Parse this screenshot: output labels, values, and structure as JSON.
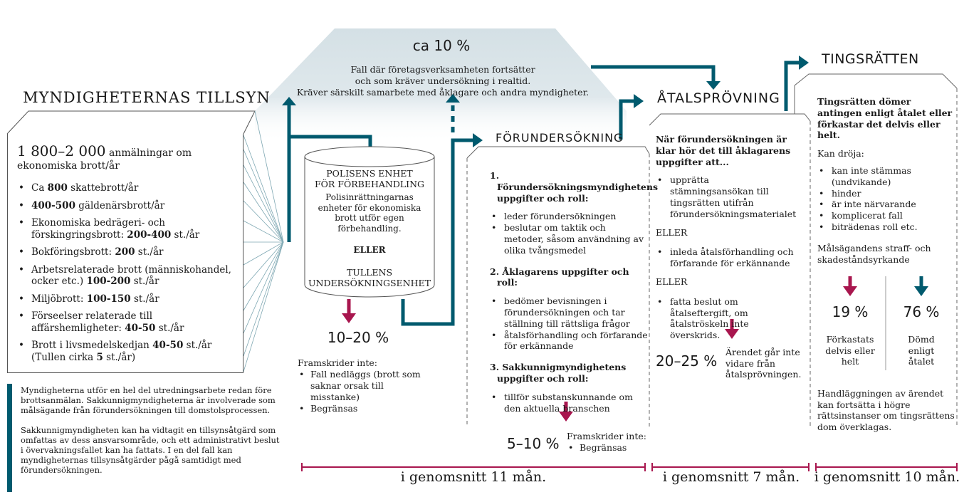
{
  "colors": {
    "teal": "#005a6e",
    "magenta": "#a8164e",
    "top_fill": "#dce6ea",
    "line": "#555555"
  },
  "myndigheter": {
    "title": "MYNDIGHETERNAS TILLSYN",
    "count": "1 800–2 000",
    "count_suffix": " anmälningar om ekonomiska brott/år",
    "items": [
      {
        "pre": "Ca ",
        "bold": "800",
        "post": " skattebrott/år"
      },
      {
        "pre": "",
        "bold": "400-500",
        "post": " gäldenärsbrott/år"
      },
      {
        "pre": "Ekonomiska bedrägeri- och förskingringsbrott: ",
        "bold": "200-400",
        "post": " st./år"
      },
      {
        "pre": "Bokföringsbrott: ",
        "bold": "200",
        "post": " st./år"
      },
      {
        "pre": "Arbetsrelaterade brott (människohandel, ocker etc.) ",
        "bold": "100-200",
        "post": " st./år"
      },
      {
        "pre": "Miljöbrott: ",
        "bold": "100-150",
        "post": " st./år"
      },
      {
        "pre": "Förseelser relaterade till affärshemligheter: ",
        "bold": "40-50",
        "post": " st./år"
      },
      {
        "pre": "Brott i livsmedelskedjan ",
        "bold": "40-50",
        "post": " st./år (Tullen cirka ",
        "bold2": "5",
        "post2": " st./år)"
      }
    ],
    "note1": "Myndigheterna utför en hel del utredningsarbete redan före brottsanmälan. Sakkunnigmyndigheterna är involverade som målsägande från förundersökningen till domstolsprocessen.",
    "note2": "Sakkunnigmyndigheten kan ha vidtagit en tillsynsåtgärd som omfattas av dess ansvarsområde, och ett administrativt beslut i övervakningsfallet kan ha fattats. I en del fall kan myndigheternas tillsynsåtgärder pågå samtidigt med förundersökningen."
  },
  "top": {
    "pct": "ca 10 %",
    "line1": "Fall där företagsverksamheten fortsätter",
    "line2": "och som kräver undersökning i realtid.",
    "line3": "Kräver särskilt samarbete med åklagare och andra myndigheter."
  },
  "polis": {
    "title1": "POLISENS ENHET",
    "title2": "FÖR FÖRBEHANDLING",
    "desc": "Polisinrättningarnas enheter för ekonomiska brott utför egen förbehandling.",
    "or": "ELLER",
    "tull1": "TULLENS",
    "tull2": "UNDERSÖKNINGSENHET",
    "pct": "10–20 %",
    "fk_title": "Framskrider inte:",
    "fk_items": [
      "Fall nedläggs (brott som saknar orsak till misstanke)",
      "Begränsas"
    ]
  },
  "forundersokning": {
    "title": "FÖRUNDERSÖKNING",
    "s1_title": "1. Förundersökningsmyndighetens uppgifter och roll:",
    "s1_items": [
      "leder förundersökningen",
      "beslutar om taktik och metoder, såsom användning av olika tvångsmedel"
    ],
    "s2_title": "2. Åklagarens uppgifter och roll:",
    "s2_items": [
      "bedömer bevisningen i förundersökningen och tar ställning till rättsliga frågor",
      "åtalsförhandling och förfarande för erkännande"
    ],
    "s3_title": "3. Sakkunnigmyndighetens uppgifter och roll:",
    "s3_items": [
      "tillför substanskunnande om den aktuella branschen"
    ],
    "pct": "5–10 %",
    "fk_title": "Framskrider inte:",
    "fk_items": [
      "Begränsas"
    ]
  },
  "atal": {
    "title": "ÅTALSPRÖVNING",
    "intro": "När förundersökningen är klar hör det till åklagarens uppgifter att...",
    "item1": "upprätta stämningsansökan till tingsrätten utifrån förundersökningsmaterialet",
    "or1": "ELLER",
    "item2": "inleda åtalsförhandling och förfarande för erkännande",
    "or2": "ELLER",
    "item3": "fatta beslut om åtalseftergift, om åtalströskeln inte överskrids.",
    "pct": "20–25 %",
    "not": "Ärendet går inte vidare från åtalsprövningen."
  },
  "tingsratten": {
    "title": "TINGSRÄTTEN",
    "intro": "Tingsrätten dömer antingen enligt åtalet eller förkastar det delvis eller helt.",
    "delay": "Kan dröja:",
    "items": [
      "kan inte stämmas (undvikande)",
      "hinder",
      "är inte närvarande",
      "komplicerat fall",
      "biträdenas roll etc."
    ],
    "claims": "Målsägandens straff- och skadeståndsyrkande",
    "pct1": "19 %",
    "label1": "Förkastats delvis eller helt",
    "pct2": "76 %",
    "label2": "Dömd enligt åtalet",
    "foot": "Handläggningen av ärendet kan fortsätta i högre rättsinstanser om tingsrättens dom överklagas."
  },
  "durations": {
    "d1": "i genomsnitt 11 mån.",
    "d2": "i genomsnitt 7 mån.",
    "d3": "i genomsnitt 10 mån."
  }
}
